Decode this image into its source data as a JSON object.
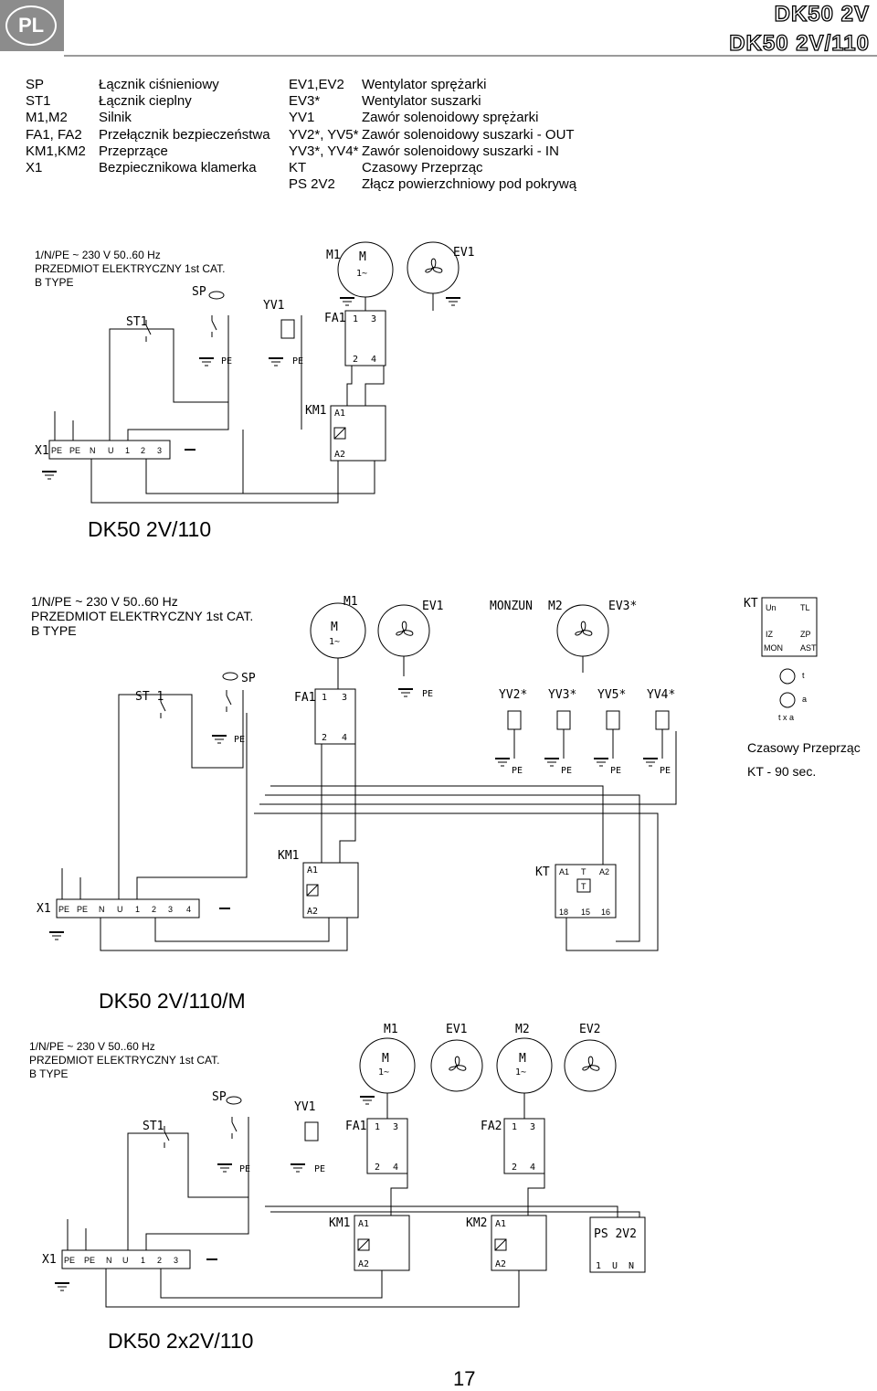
{
  "header": {
    "badge": "PL",
    "model_line1": "DK50 2V",
    "model_line2": "DK50 2V/110"
  },
  "legend": {
    "left": [
      {
        "code": "SP",
        "desc": "Łącznik ciśnieniowy"
      },
      {
        "code": "ST1",
        "desc": "Łącznik cieplny"
      },
      {
        "code": "M1,M2",
        "desc": "Silnik"
      },
      {
        "code": "FA1, FA2",
        "desc": "Przełącznik  bezpieczeństwa"
      },
      {
        "code": "KM1,KM2",
        "desc": "Przeprzące"
      },
      {
        "code": "X1",
        "desc": "Bezpiecznikowa klamerka"
      }
    ],
    "right": [
      {
        "code": "EV1,EV2",
        "desc": "Wentylator sprężarki"
      },
      {
        "code": "EV3*",
        "desc": "Wentylator suszarki"
      },
      {
        "code": "YV1",
        "desc": "Zawór solenoidowy sprężarki"
      },
      {
        "code": "YV2*, YV5*",
        "desc": "Zawór solenoidowy suszarki - OUT"
      },
      {
        "code": "YV3*, YV4*",
        "desc": "Zawór solenoidowy suszarki - IN"
      },
      {
        "code": "KT",
        "desc": "Czasowy Przeprząc"
      },
      {
        "code": "PS 2V2",
        "desc": "Złącz powierzchniowy pod pokrywą"
      }
    ]
  },
  "diagrams": [
    {
      "title": "DK50 2V/110",
      "supply": [
        "1/N/PE ~ 230 V 50..60 Hz",
        "PRZEDMIOT ELEKTRYCZNY 1st CAT.",
        "B TYPE"
      ],
      "labels": {
        "m1": "M1",
        "motor": "M",
        "phase": "1~",
        "ev1": "EV1",
        "sp": "SP",
        "st1": "ST1",
        "yv1": "YV1",
        "fa1": "FA1",
        "km1": "KM1",
        "x1": "X1",
        "pe": "PE"
      }
    },
    {
      "title": "DK50 2V/110/M",
      "supply": [
        "1/N/PE ~ 230 V 50..60 Hz",
        "PRZEDMIOT ELEKTRYCZNY 1st CAT.",
        "B TYPE"
      ],
      "labels": {
        "m1": "M1",
        "ev1": "EV1",
        "monzun": "MONZUN",
        "m2": "M2",
        "ev3": "EV3*",
        "kt": "KT",
        "sp": "SP",
        "st1": "ST 1",
        "fa1": "FA1",
        "yv2": "YV2*",
        "yv3": "YV3*",
        "yv5": "YV5*",
        "yv4": "YV4*",
        "km1": "KM1",
        "x1": "X1",
        "pe": "PE",
        "kt_un": "Un",
        "kt_tl": "TL",
        "kt_iz": "IZ",
        "kt_zp": "ZP",
        "kt_mon": "MON",
        "kt_ast": "AST",
        "kt_t": "t",
        "kt_a": "a",
        "kt_txa": "t x a",
        "kt_a1": "A1",
        "kt_T": "T",
        "kt_a2": "A2",
        "kt_18": "18",
        "kt_15": "15",
        "kt_16": "16"
      },
      "note_line1": "Czasowy Przeprząc",
      "note_line2": "KT -  90 sec."
    },
    {
      "title": "DK50 2x2V/110",
      "supply": [
        "1/N/PE ~ 230 V 50..60 Hz",
        "PRZEDMIOT ELEKTRYCZNY 1st CAT.",
        "B TYPE"
      ],
      "labels": {
        "m1": "M1",
        "ev1": "EV1",
        "m2": "M2",
        "ev2": "EV2",
        "sp": "SP",
        "yv1": "YV1",
        "st1": "ST1",
        "fa1": "FA1",
        "fa2": "FA2",
        "km1": "KM1",
        "km2": "KM2",
        "ps2v2": "PS 2V2",
        "x1": "X1",
        "pe": "PE"
      }
    }
  ],
  "terminals": {
    "x1": [
      "PE",
      "PE",
      "N",
      "U",
      "1",
      "2",
      "3"
    ],
    "x1m": [
      "PE",
      "PE",
      "N",
      "U",
      "1",
      "2",
      "3",
      "4"
    ],
    "ps": [
      "1",
      "U",
      "N"
    ]
  },
  "contacts": {
    "a1": "A1",
    "a2": "A2",
    "c1": "1",
    "c2": "2",
    "c3": "3",
    "c4": "4"
  },
  "page_number": "17"
}
